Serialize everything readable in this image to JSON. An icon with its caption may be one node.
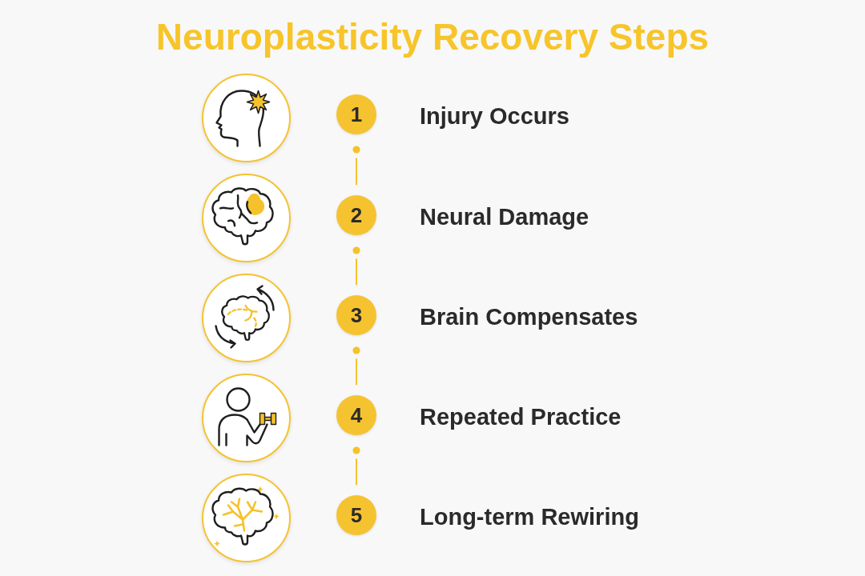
{
  "diagram": {
    "title": "Neuroplasticity Recovery Steps",
    "nodes": [
      {
        "text": [],
        "shape": "picture"
      },
      {
        "text": [
          "1"
        ],
        "beside": [
          "Injury Occurs"
        ]
      },
      {
        "text": [],
        "shape": "picture"
      },
      {
        "text": [
          "2"
        ],
        "beside": [
          "Neural Damage"
        ]
      },
      {
        "text": [],
        "shape": "picture"
      },
      {
        "text": [
          "3"
        ],
        "beside": [
          "Brain Compensates"
        ]
      },
      {
        "text": [],
        "shape": "picture"
      },
      {
        "text": [
          "4"
        ],
        "beside": [
          "Repeated Practice"
        ]
      },
      {
        "text": [],
        "shape": "picture"
      },
      {
        "text": [
          "5"
        ],
        "beside": [
          "Long-term Rewiring"
        ]
      }
    ],
    "edges": [
      {
        "from": 1,
        "to": 3,
        "arrow": "other",
        "style": "dashed"
      },
      {
        "from": 3,
        "to": 5,
        "arrow": "other",
        "style": "dashed"
      },
      {
        "from": 5,
        "to": 7,
        "arrow": "other",
        "style": "dashed"
      },
      {
        "from": 7,
        "to": 9,
        "arrow": "other",
        "style": "dashed"
      }
    ]
  }
}
